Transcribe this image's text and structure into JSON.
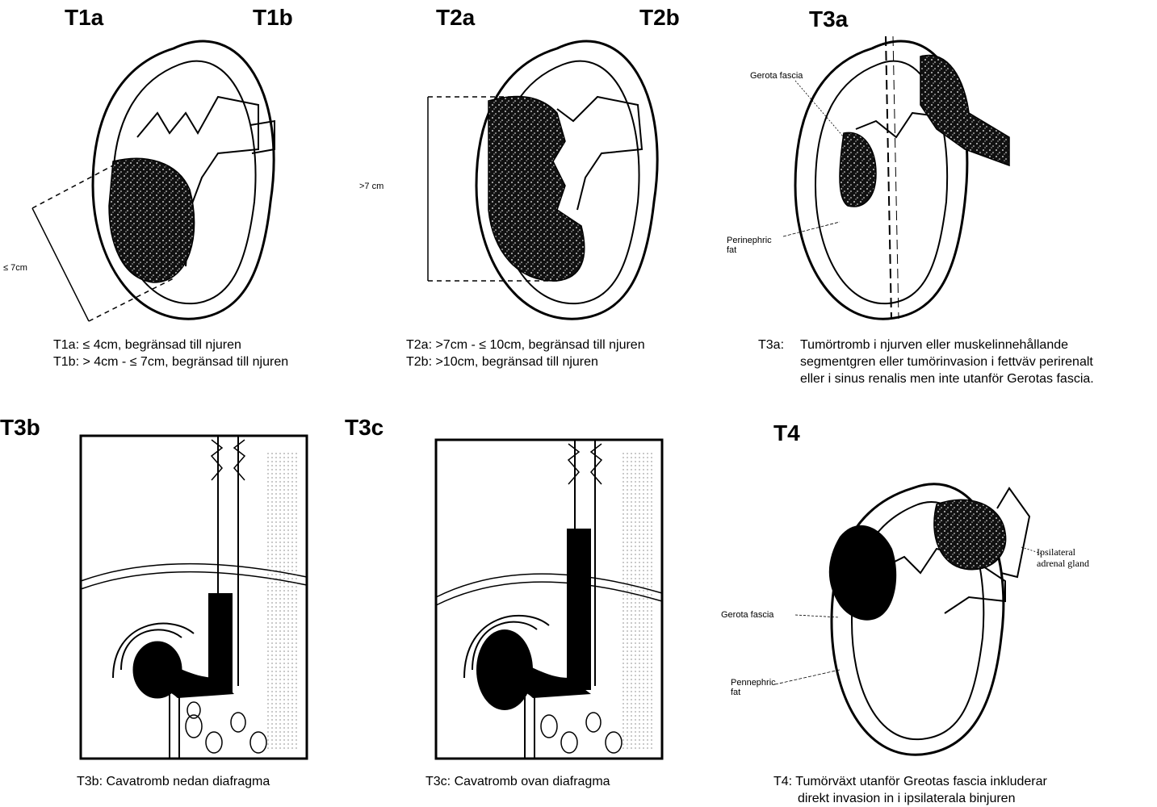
{
  "stages": {
    "t1a": "T1a",
    "t1b": "T1b",
    "t2a": "T2a",
    "t2b": "T2b",
    "t3a": "T3a",
    "t3b": "T3b",
    "t3c": "T3c",
    "t4": "T4"
  },
  "measure": {
    "t1": "≤ 7cm",
    "t2": ">7 cm"
  },
  "annotations": {
    "gerota_t3a": "Gerota fascia",
    "perinephric_t3a_1": "Perinephric",
    "perinephric_t3a_2": "fat",
    "gerota_t4": "Gerota fascia",
    "perinephric_t4_1": "Pennephric",
    "perinephric_t4_2": "fat",
    "adrenal_1": "Ipsilateral",
    "adrenal_2": "adrenal gland"
  },
  "captions": {
    "t1_line1": "T1a: ≤ 4cm, begränsad till njuren",
    "t1_line2": "T1b: > 4cm - ≤ 7cm, begränsad till njuren",
    "t2_line1": "T2a: >7cm - ≤ 10cm, begränsad till njuren",
    "t2_line2": "T2b: >10cm, begränsad till njuren",
    "t3a_label": "T3a:",
    "t3a_line1": "Tumörtromb i njurven eller muskelinnehållande",
    "t3a_line2": "segmentgren eller tumörinvasion i fettväv perirenalt",
    "t3a_line3": "eller i sinus renalis men inte utanför Gerotas fascia.",
    "t3b": "T3b: Cavatromb nedan diafragma",
    "t3c": "T3c: Cavatromb ovan diafragma",
    "t4_line1": "T4: Tumörväxt utanför Greotas fascia inkluderar",
    "t4_line2": "direkt invasion in i ipsilaterala binjuren"
  }
}
